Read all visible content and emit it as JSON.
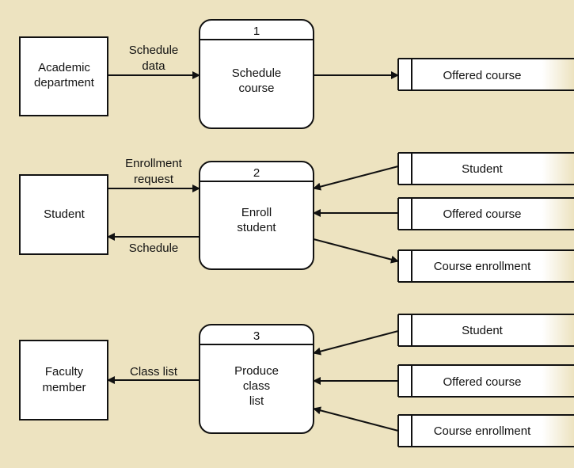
{
  "entities": {
    "academic_department": [
      "Academic",
      "department"
    ],
    "student": [
      "Student"
    ],
    "faculty_member": [
      "Faculty",
      "member"
    ]
  },
  "processes": [
    {
      "number": "1",
      "label": [
        "Schedule",
        "course"
      ]
    },
    {
      "number": "2",
      "label": [
        "Enroll",
        "student"
      ]
    },
    {
      "number": "3",
      "label": [
        "Produce",
        "class",
        "list"
      ]
    }
  ],
  "data_stores": {
    "p1_offered_course": "Offered course",
    "p2_student": "Student",
    "p2_offered_course": "Offered course",
    "p2_course_enrollment": "Course enrollment",
    "p3_student": "Student",
    "p3_offered_course": "Offered course",
    "p3_course_enrollment": "Course enrollment"
  },
  "flows": {
    "schedule_data": [
      "Schedule",
      "data"
    ],
    "enrollment_request": [
      "Enrollment",
      "request"
    ],
    "schedule": "Schedule",
    "class_list": "Class list"
  },
  "colors": {
    "background": "#ede3c0",
    "box_fill": "#ffffff",
    "stroke": "#111111"
  }
}
